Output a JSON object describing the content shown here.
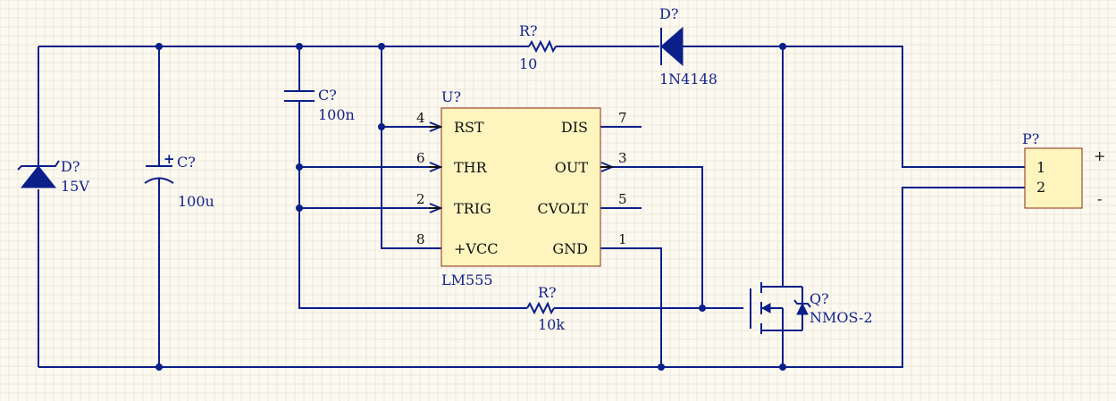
{
  "colors": {
    "background": "#fbf9f0",
    "wire": "#0a1f8a",
    "component_fill": "#fdf4be",
    "component_border": "#8a2a12"
  },
  "components": {
    "zener": {
      "designator": "D?",
      "value": "15V"
    },
    "cap_electrolytic": {
      "designator": "C?",
      "value": "100u"
    },
    "cap_ceramic": {
      "designator": "C?",
      "value": "100n"
    },
    "resistor_top": {
      "designator": "R?",
      "value": "10"
    },
    "diode": {
      "designator": "D?",
      "value": "1N4148"
    },
    "timer_ic": {
      "designator": "U?",
      "value": "LM555",
      "pins": {
        "rst": {
          "num": "4",
          "name": "RST"
        },
        "thr": {
          "num": "6",
          "name": "THR"
        },
        "trig": {
          "num": "2",
          "name": "TRIG"
        },
        "vcc": {
          "num": "8",
          "name": "+VCC"
        },
        "dis": {
          "num": "7",
          "name": "DIS"
        },
        "out": {
          "num": "3",
          "name": "OUT"
        },
        "cvolt": {
          "num": "5",
          "name": "CVOLT"
        },
        "gnd": {
          "num": "1",
          "name": "GND"
        }
      }
    },
    "resistor_bottom": {
      "designator": "R?",
      "value": "10k"
    },
    "mosfet": {
      "designator": "Q?",
      "value": "NMOS-2"
    },
    "connector": {
      "designator": "P?",
      "pin1": "1",
      "pin2": "2",
      "plus": "+",
      "minus": "-"
    }
  }
}
